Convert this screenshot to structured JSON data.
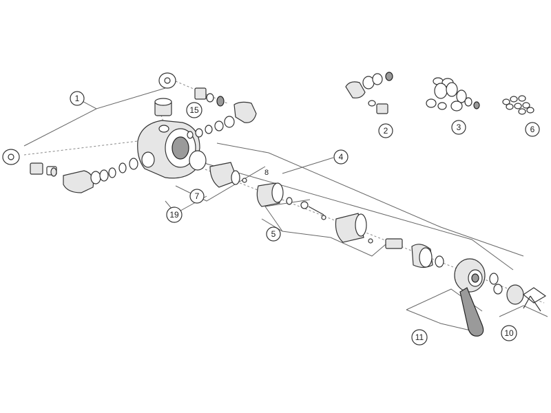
{
  "callouts": {
    "c1": "1",
    "c2": "2",
    "c3": "3",
    "c4": "4",
    "c5": "5",
    "c6": "6",
    "c7": "7",
    "c8": "8",
    "c10": "10",
    "c11": "11",
    "c15": "15",
    "c19": "19"
  }
}
